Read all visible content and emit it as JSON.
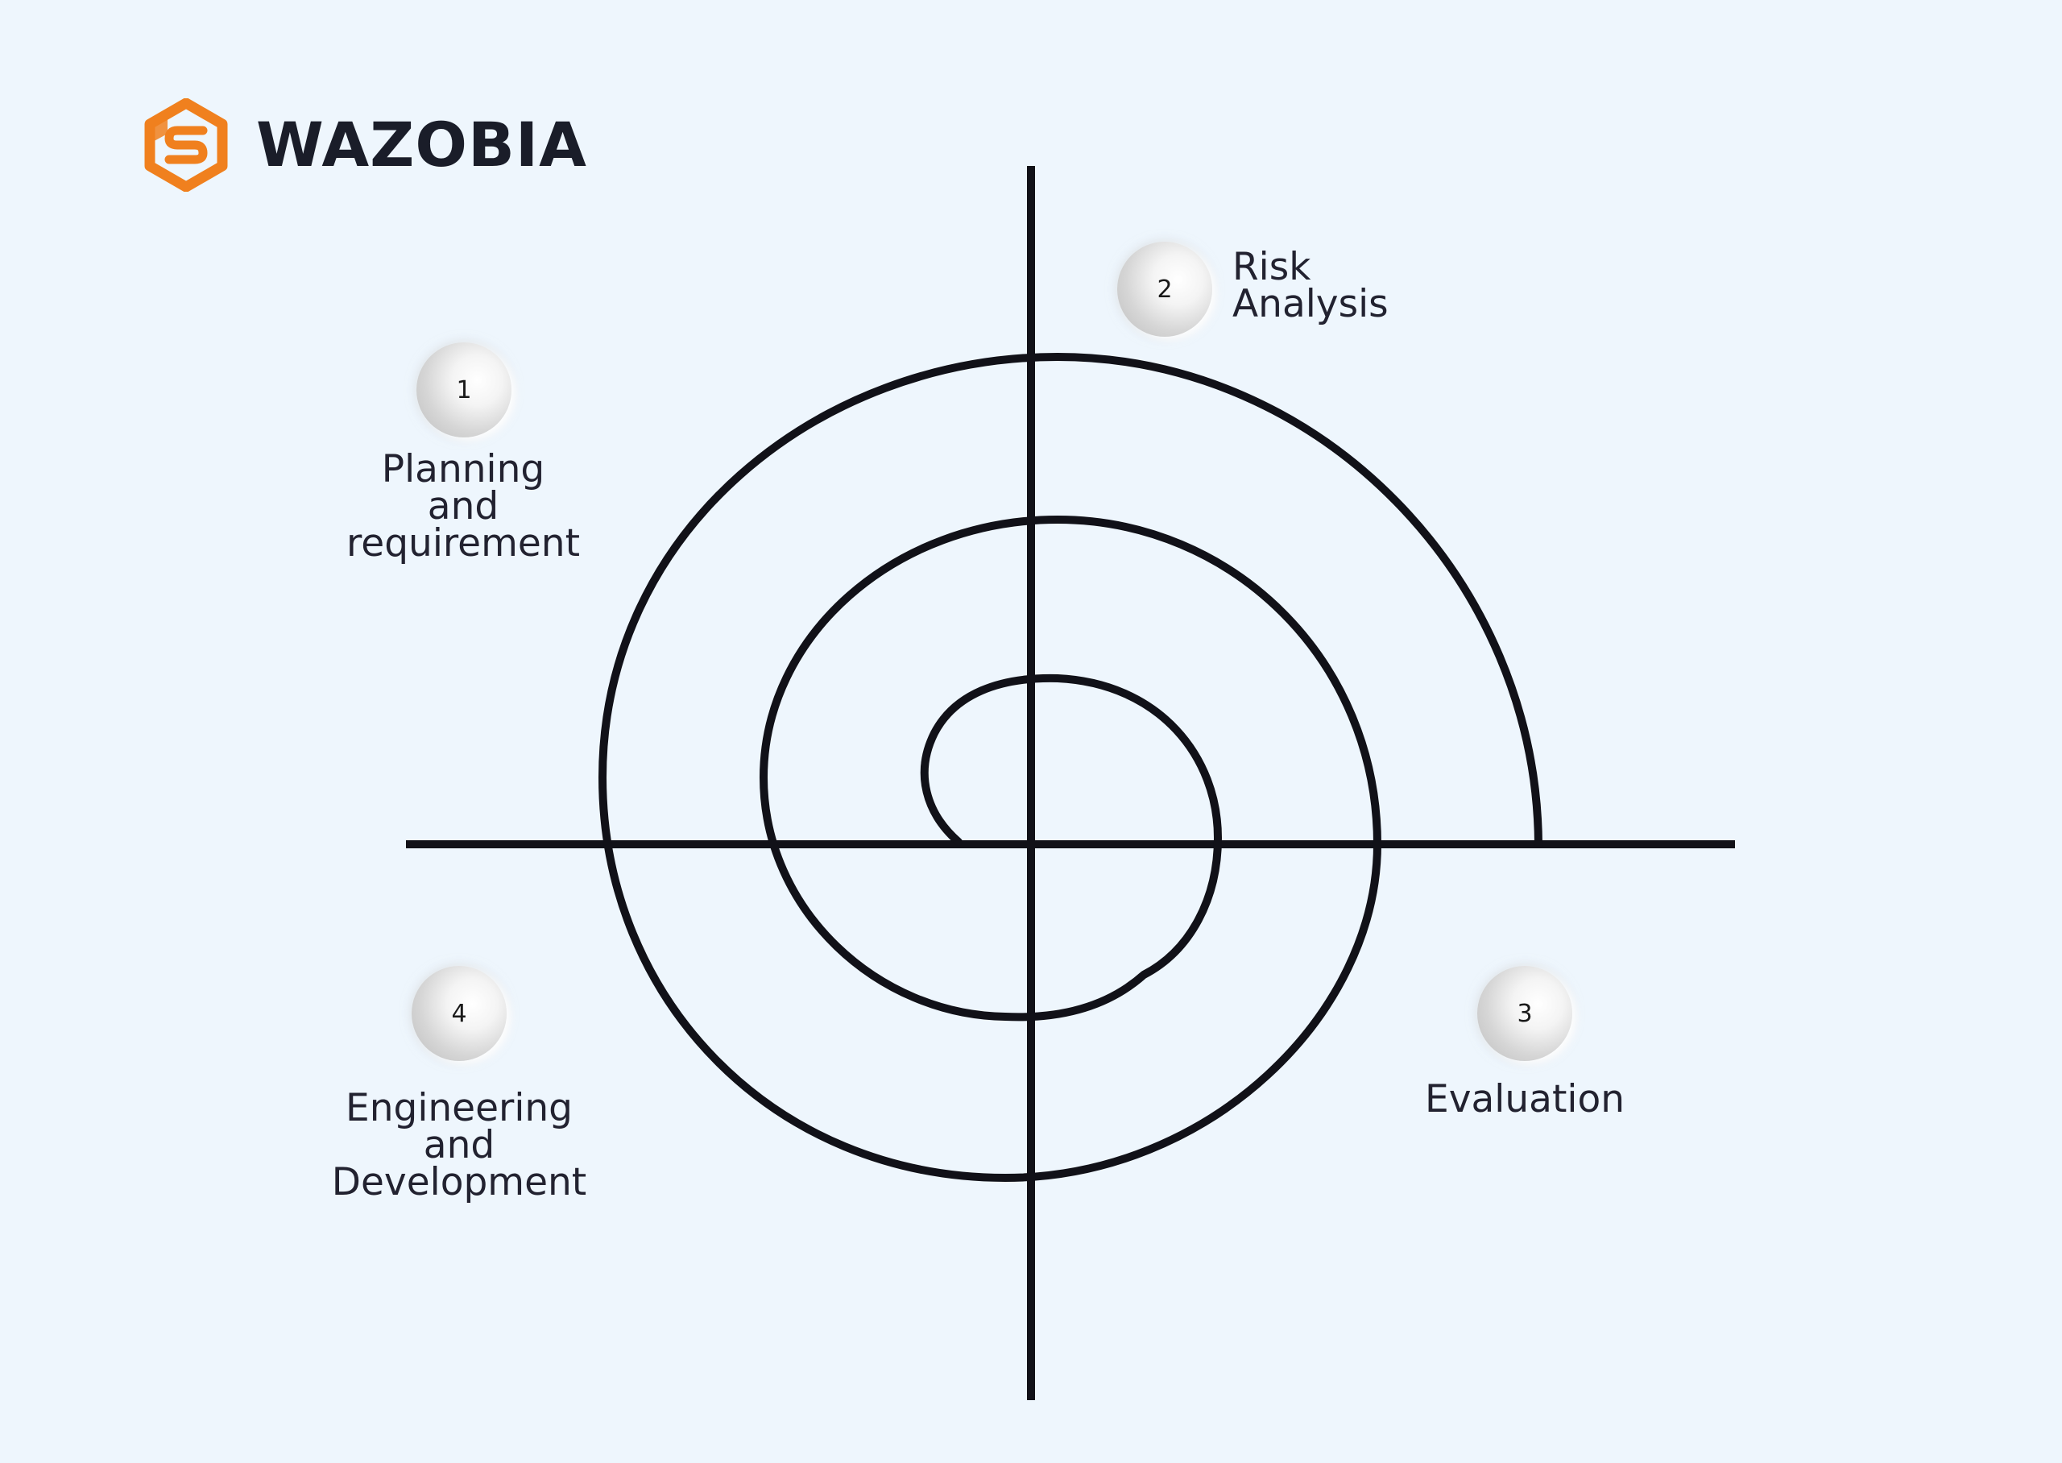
{
  "brand": {
    "name": "WAZOBIA",
    "accent_color": "#f0801e",
    "logo_icon": "hexagon-s-logo-icon"
  },
  "stages": [
    {
      "number": "1",
      "label": "Planning\nand\nrequirement"
    },
    {
      "number": "2",
      "label": "Risk\nAnalysis"
    },
    {
      "number": "3",
      "label": "Evaluation"
    },
    {
      "number": "4",
      "label": "Engineering\nand\nDevelopment"
    }
  ],
  "colors": {
    "background": "#eef6fd",
    "line": "#111118"
  }
}
